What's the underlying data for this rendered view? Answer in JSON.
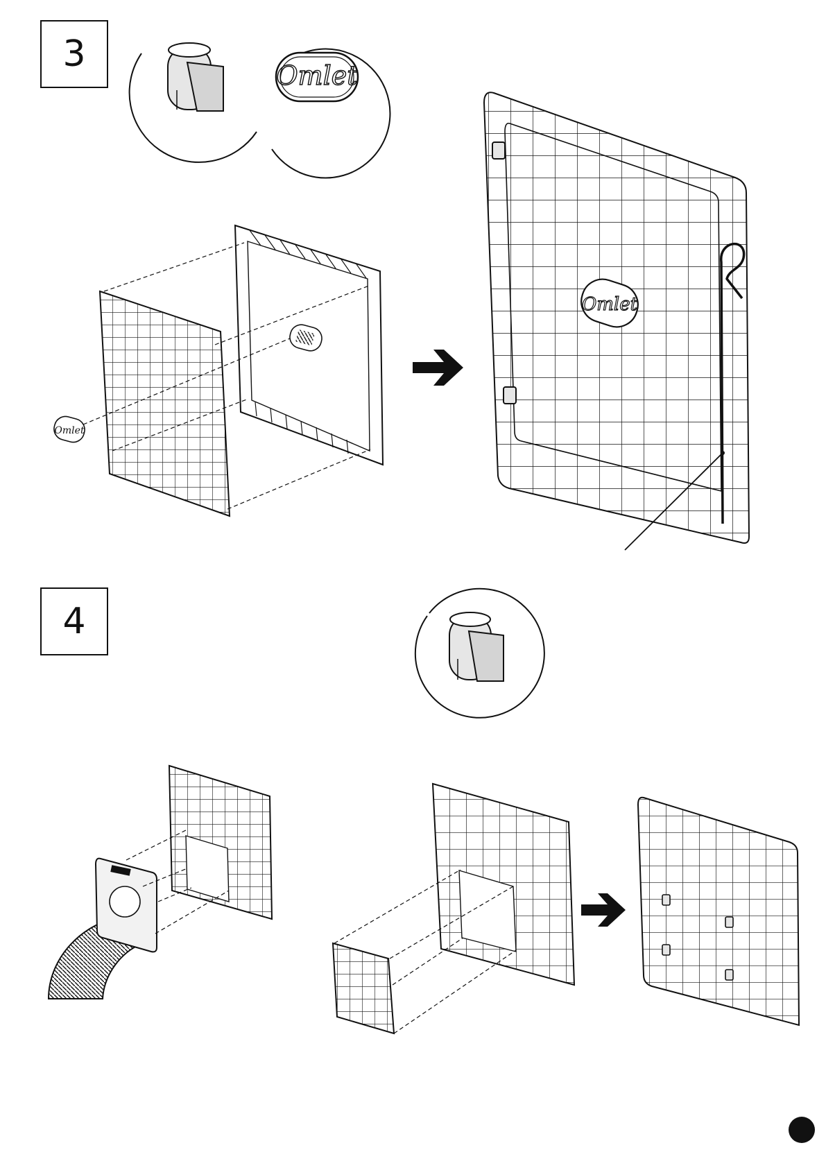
{
  "steps": {
    "step3": {
      "number": "3"
    },
    "step4": {
      "number": "4"
    }
  },
  "logo_text": "Omlet",
  "colors": {
    "ink": "#111111",
    "part_fill": "#e6e6e6",
    "background": "#ffffff"
  },
  "icons": [
    "clip-icon",
    "omlet-logo-plate-icon",
    "arrow-right-icon",
    "tube-adapter-icon"
  ]
}
